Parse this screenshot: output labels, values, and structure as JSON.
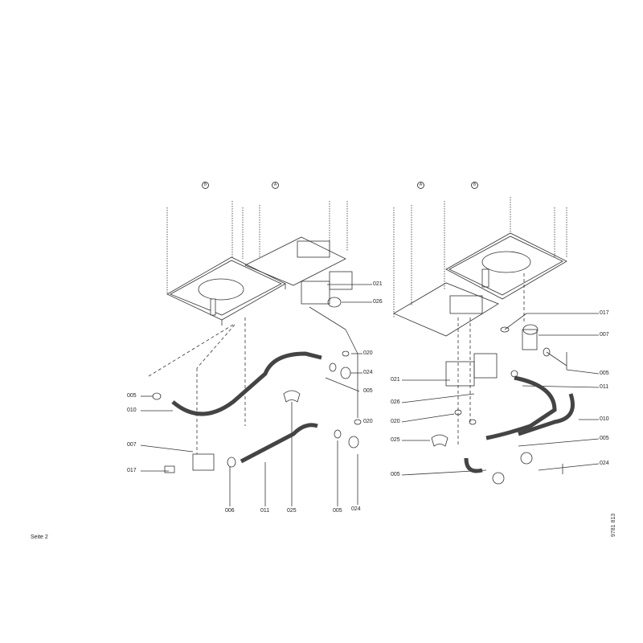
{
  "page_label": "Seite 2",
  "drawing_number": "9781 813",
  "left_view": {
    "unit_labels": [
      "B",
      "A"
    ],
    "part_labels": {
      "p021": "021",
      "p026": "026",
      "p020a": "020",
      "p024a": "024",
      "p005a": "005",
      "p020b": "020",
      "p005b": "005",
      "p010": "010",
      "p007": "007",
      "p017": "017",
      "b006": "006",
      "b011": "011",
      "b025": "025",
      "b005": "005",
      "b024": "024"
    }
  },
  "right_view": {
    "unit_labels": [
      "A",
      "B"
    ],
    "part_labels": {
      "p017": "017",
      "p007": "007",
      "p005a": "005",
      "p011": "011",
      "p010": "010",
      "p005b": "005",
      "p024": "024",
      "p021": "021",
      "p026": "026",
      "p020": "020",
      "p025": "025",
      "p005c": "005"
    }
  }
}
